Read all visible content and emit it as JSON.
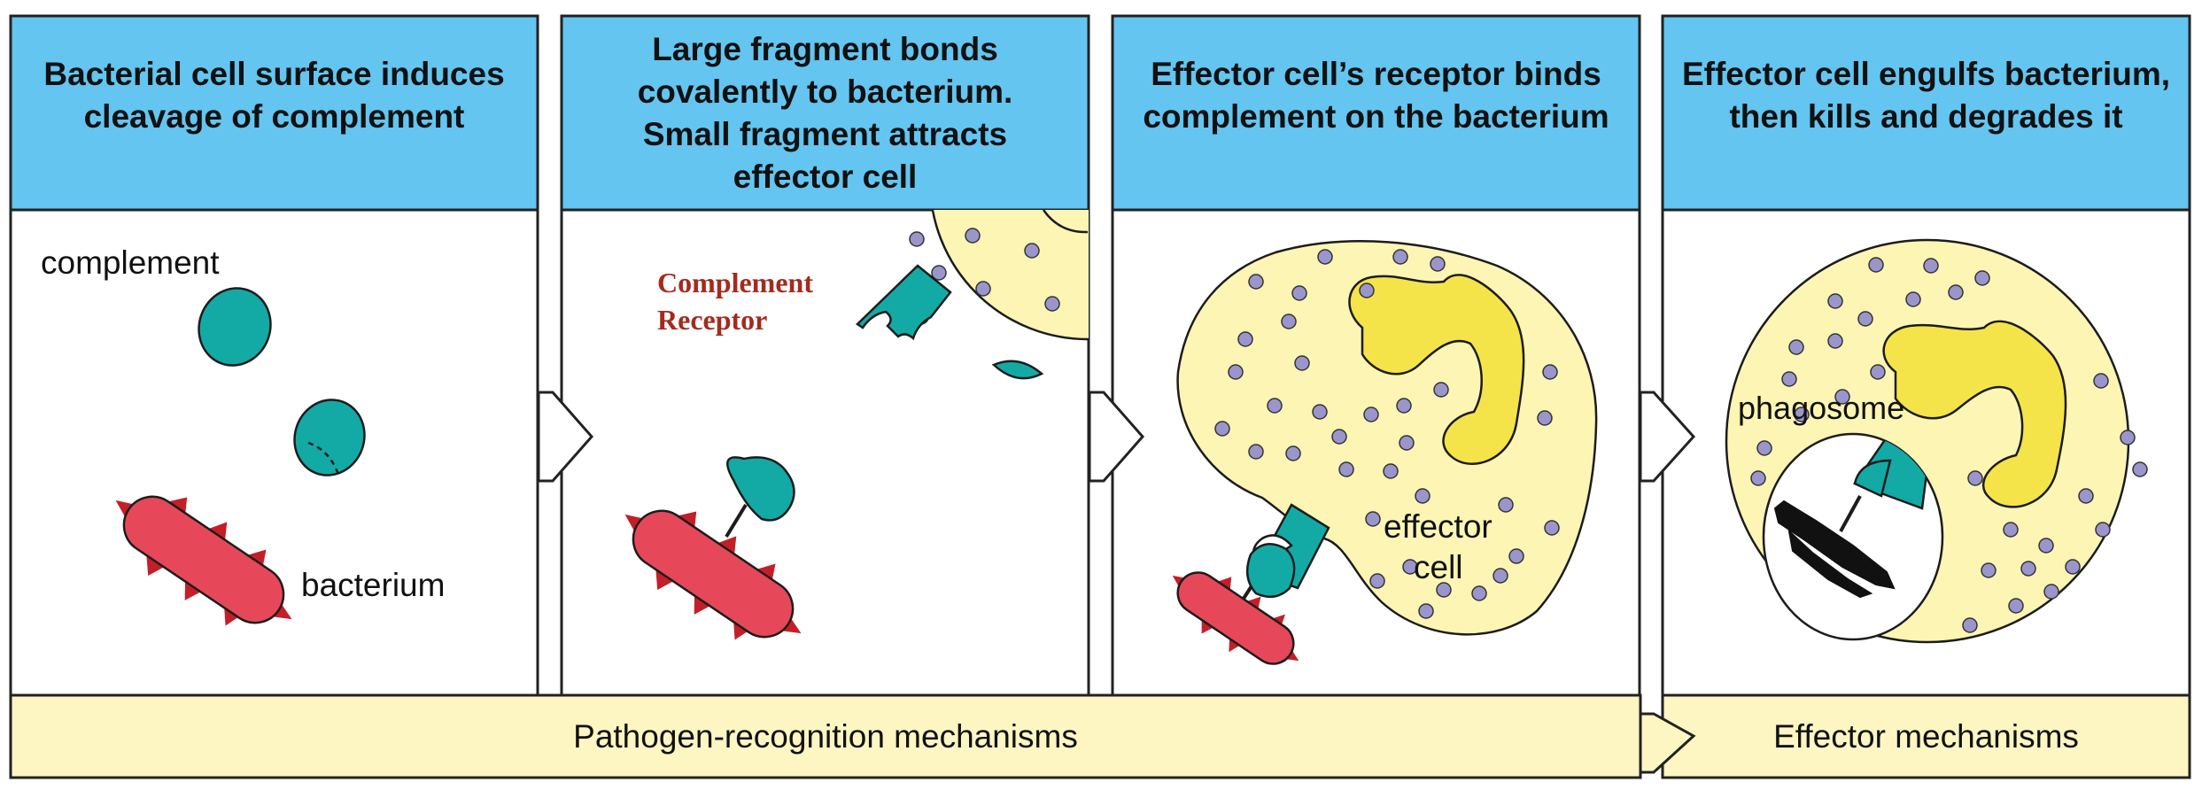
{
  "colors": {
    "header_blue": "#63c5f0",
    "teal_complement": "#13aaa6",
    "bacterium_red": "#e6485a",
    "bacterium_spike": "#c41f29",
    "effector_cell_yellow": "#fcf5b4",
    "nucleus_yellow": "#f4e44a",
    "granule_purple": "#9a96cc",
    "mechanisms_band": "#fdf6c2"
  },
  "panels": [
    {
      "heading": "Bacterial cell surface induces\ncleavage of complement"
    },
    {
      "heading": "Large fragment bonds\ncovalently to bacterium.\nSmall fragment attracts\neffector cell"
    },
    {
      "heading": "Effector cell’s receptor binds\ncomplement on the bacterium"
    },
    {
      "heading": "Effector cell engulfs bacterium,\nthen kills and degrades it"
    }
  ],
  "labels": {
    "complement": "complement",
    "bacterium": "bacterium",
    "complement_receptor": "Complement\nReceptor",
    "effector": "effector",
    "cell": "cell",
    "phagosome": "phagosome"
  },
  "mechanisms": {
    "recognition": "Pathogen-recognition mechanisms",
    "effector": "Effector mechanisms"
  }
}
